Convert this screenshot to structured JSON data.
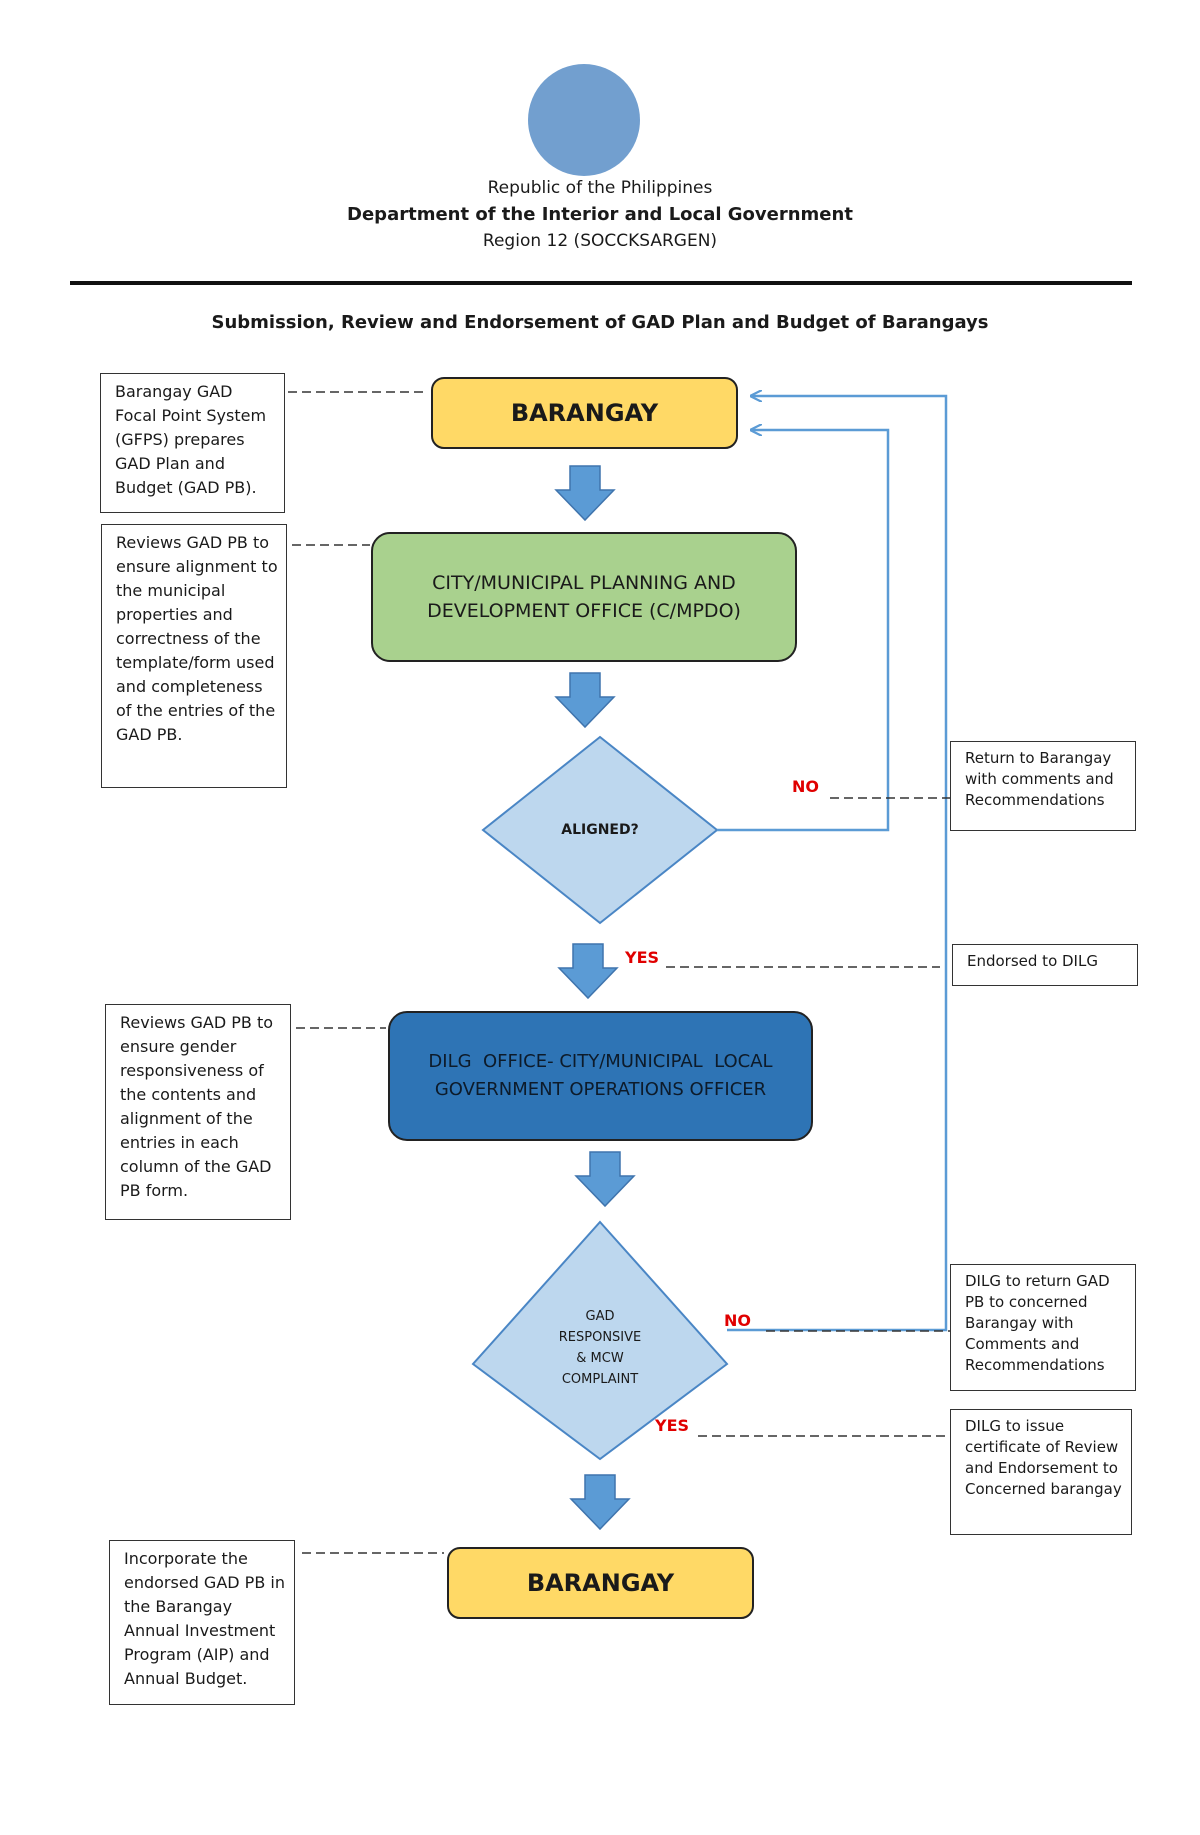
{
  "header": {
    "country": "Republic of the Philippines",
    "department": "Department of the Interior and Local Government",
    "region": "Region 12 (SOCCKSARGEN)"
  },
  "title": "Submission, Review and Endorsement of GAD Plan and Budget of Barangays",
  "nodes": {
    "barangay_top": "BARANGAY",
    "cmpdo_line1": "CITY/MUNICIPAL PLANNING AND",
    "cmpdo_line2": "DEVELOPMENT OFFICE (C/MPDO)",
    "aligned": "ALIGNED?",
    "dilg_line1": "DILG  OFFICE- CITY/MUNICIPAL  LOCAL",
    "dilg_line2": "GOVERNMENT OPERATIONS OFFICER",
    "gad_line1": "GAD",
    "gad_line2": "RESPONSIVE",
    "gad_line3": "& MCW",
    "gad_line4": "COMPLAINT",
    "barangay_bottom": "BARANGAY"
  },
  "flags": {
    "no_1": "NO",
    "yes_1": "YES",
    "no_2": "NO",
    "yes_2": "YES"
  },
  "notes_left": {
    "n1": "Barangay GAD Focal Point System (GFPS) prepares GAD Plan and Budget (GAD PB).",
    "n2": "Reviews GAD PB to ensure alignment to the municipal properties and correctness of the template/form used and completeness of the entries of the GAD PB.",
    "n3": "Reviews GAD PB to ensure gender responsiveness of the contents and alignment of the entries in each column of the GAD PB form.",
    "n4": "Incorporate the endorsed GAD PB in the Barangay Annual Investment Program (AIP) and Annual Budget."
  },
  "notes_right": {
    "r1": "Return to Barangay with comments and Recommendations",
    "r2": "Endorsed to DILG",
    "r3": "DILG to return GAD PB to concerned Barangay with Comments and Recommendations",
    "r4": "DILG to issue certificate of Review and Endorsement to Concerned barangay"
  },
  "colors": {
    "barangay_fill": "#ffd966",
    "cmpdo_fill": "#a9d18e",
    "dilg_fill": "#2e74b5",
    "diamond_fill": "#bdd7ee",
    "arrow_fill": "#5b9bd5",
    "connector": "#5b9bd5",
    "flag_text": "#e00000"
  }
}
